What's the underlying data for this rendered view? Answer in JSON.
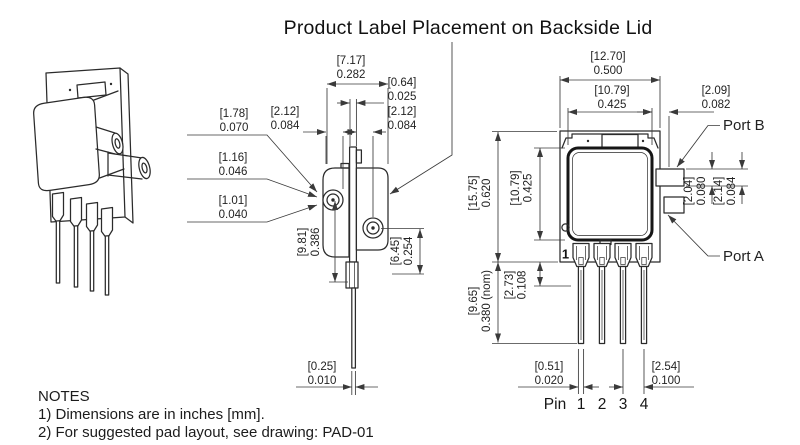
{
  "title": "Product Label Placement on Backside Lid",
  "notes": {
    "heading": "NOTES",
    "line1": "1) Dimensions are in inches [mm].",
    "line2": "2) For suggested pad layout, see drawing: PAD-01"
  },
  "labels": {
    "port_b": "Port B",
    "port_a": "Port A",
    "pin_word": "Pin",
    "pin_1": "1",
    "pin_2": "2",
    "pin_3": "3",
    "pin_4": "4",
    "pin1_marker": "1"
  },
  "dims": {
    "side": {
      "d717": {
        "mm": "[7.17]",
        "in": "0.282"
      },
      "d064": {
        "mm": "[0.64]",
        "in": "0.025"
      },
      "d212l": {
        "mm": "[2.12]",
        "in": "0.084"
      },
      "d212r": {
        "mm": "[2.12]",
        "in": "0.084"
      },
      "d178": {
        "mm": "[1.78]",
        "in": "0.070"
      },
      "d116": {
        "mm": "[1.16]",
        "in": "0.046"
      },
      "d101": {
        "mm": "[1.01]",
        "in": "0.040"
      },
      "d981": {
        "mm": "[9.81]",
        "in": "0.386"
      },
      "d645": {
        "mm": "[6.45]",
        "in": "0.254"
      },
      "d025": {
        "mm": "[0.25]",
        "in": "0.010"
      }
    },
    "front": {
      "d1270": {
        "mm": "[12.70]",
        "in": "0.500"
      },
      "d1079_top": {
        "mm": "[10.79]",
        "in": "0.425"
      },
      "d209": {
        "mm": "[2.09]",
        "in": "0.082"
      },
      "d204": {
        "mm": "[2.04]",
        "in": "0.080"
      },
      "d214": {
        "mm": "[2.14]",
        "in": "0.084"
      },
      "d1575": {
        "mm": "[15.75]",
        "in": "0.620"
      },
      "d1079_left": {
        "mm": "[10.79]",
        "in": "0.425"
      },
      "d965": {
        "mm": "[9.65]",
        "in": "0.380 (nom)"
      },
      "d273": {
        "mm": "[2.73]",
        "in": "0.108"
      },
      "d051": {
        "mm": "[0.51]",
        "in": "0.020"
      },
      "d254": {
        "mm": "[2.54]",
        "in": "0.100"
      }
    }
  },
  "colors": {
    "line": "#2b2b2b",
    "dim_line": "#3a3a3a",
    "text": "#222222",
    "background": "#ffffff"
  }
}
